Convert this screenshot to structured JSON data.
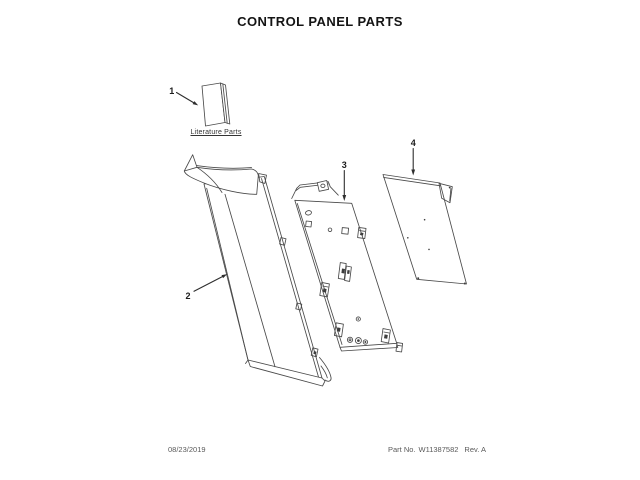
{
  "page": {
    "title": "CONTROL PANEL PARTS"
  },
  "diagram": {
    "literature_label": "Literature Parts",
    "callouts": [
      "1",
      "2",
      "3",
      "4"
    ]
  },
  "footer": {
    "date": "08/23/2019",
    "part_label": "Part No.",
    "part_number": "W11387582",
    "revision": "Rev. A"
  }
}
